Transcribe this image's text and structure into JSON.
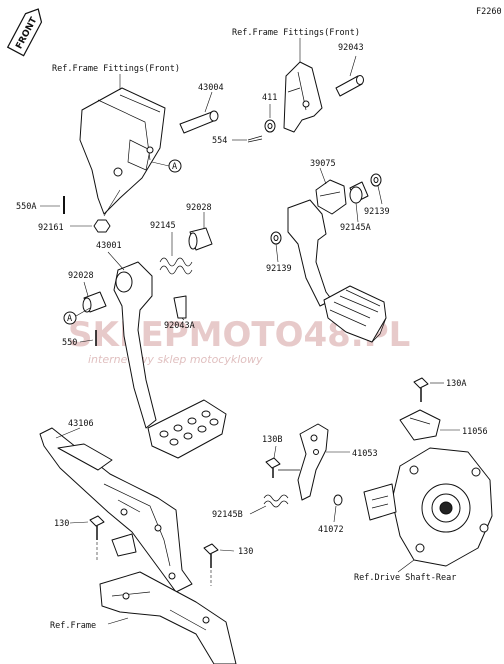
{
  "figure_code": "F2260",
  "front_badge": "FRONT",
  "refs": {
    "frame_fittings_left": "Ref.Frame Fittings(Front)",
    "frame_fittings_right": "Ref.Frame Fittings(Front)",
    "drive_shaft": "Ref.Drive Shaft-Rear",
    "frame": "Ref.Frame"
  },
  "watermark": {
    "main": "SKLEPMOTO48.PL",
    "sub": "internetowy sklep motocyklowy"
  },
  "callouts": {
    "a_top": "A",
    "a_left": "A"
  },
  "parts": {
    "p43004": "43004",
    "p411": "411",
    "p92043": "92043",
    "p554": "554",
    "p39075": "39075",
    "p92139a": "92139",
    "p92145a": "92145A",
    "p92139b": "92139",
    "p550a": "550A",
    "p92161": "92161",
    "p92028a": "92028",
    "p92145": "92145",
    "p43001": "43001",
    "p92028b": "92028",
    "p92043a": "92043A",
    "p550": "550",
    "p130a": "130A",
    "p11056": "11056",
    "p43106": "43106",
    "p130b": "130B",
    "p41053": "41053",
    "p92145b": "92145B",
    "p41072": "41072",
    "p130a2": "130",
    "p130b2": "130"
  }
}
